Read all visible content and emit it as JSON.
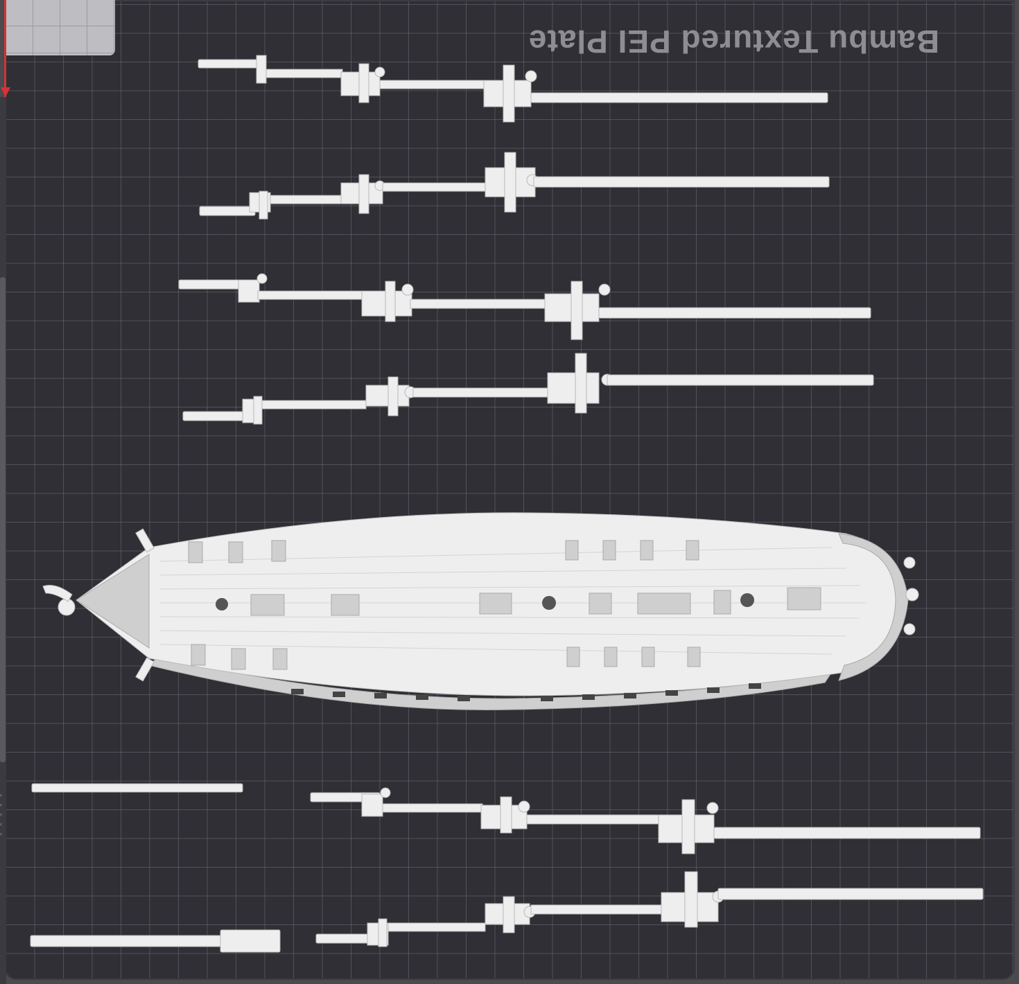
{
  "plate": {
    "label": "Bambu Textured PEI Plate"
  },
  "colors": {
    "plate_bg": "#2f2f35",
    "grid_line": "#6e6e76",
    "label_text": "#8d8d93",
    "model": "#eeeeee",
    "axis": "#d23434"
  },
  "icons": {
    "axis": "y-axis-arrow-icon"
  },
  "objects": {
    "ship_hull": "hull",
    "mast_assemblies": "mast",
    "spar": "spar"
  }
}
